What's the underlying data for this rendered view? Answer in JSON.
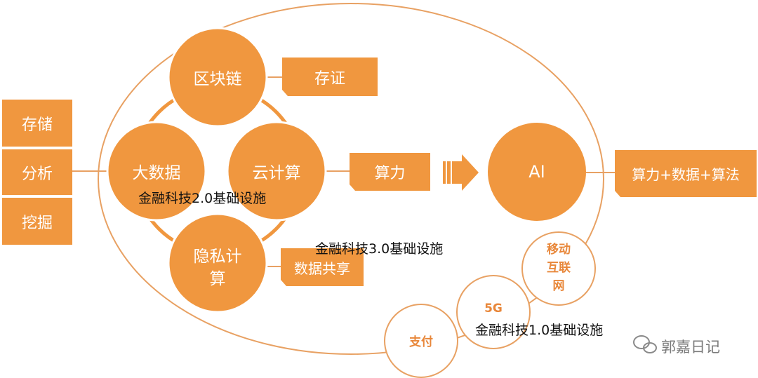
{
  "colors": {
    "accent": "#f0973f",
    "line": "#e8a163",
    "text_dark": "#111111",
    "watermark": "#7a7a7a"
  },
  "left_boxes": [
    "存储",
    "分析",
    "挖掘"
  ],
  "nodes": {
    "blockchain": "区块链",
    "big_data": "大数据",
    "cloud": "云计算",
    "privacy_line1": "隐私计",
    "privacy_line2": "算",
    "ai": "AI",
    "fiveg": "5G",
    "payment": "支付",
    "mobile_line1": "移动",
    "mobile_line2": "互联",
    "mobile_line3": "网"
  },
  "tags": {
    "certification": "存证",
    "computing_power": "算力",
    "data_sharing": "数据共享",
    "formula": "算力+数据+算法"
  },
  "captions": {
    "v1": "金融科技1.0基础设施",
    "v2": "金融科技2.0基础设施",
    "v3": "金融科技3.0基础设施"
  },
  "watermark": {
    "icon": "wechat-icon",
    "text": "郭嘉日记"
  }
}
